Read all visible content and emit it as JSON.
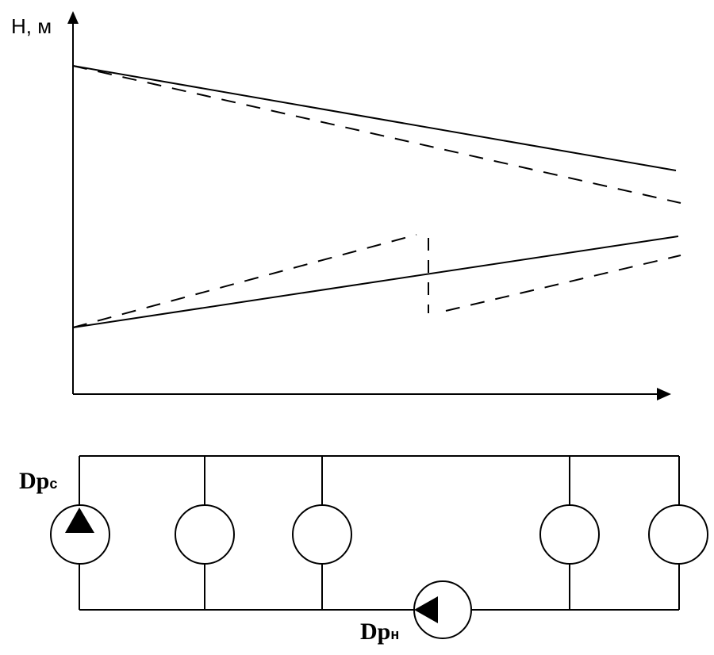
{
  "graph": {
    "y_axis_label": "H, м"
  },
  "network": {
    "supply_pump_label_main": "Dp",
    "supply_pump_label_sub": "с",
    "return_pump_label_main": "Dp",
    "return_pump_label_sub": "н",
    "consumer_count": 4
  },
  "colors": {
    "ink": "#000000",
    "background": "#ffffff"
  }
}
